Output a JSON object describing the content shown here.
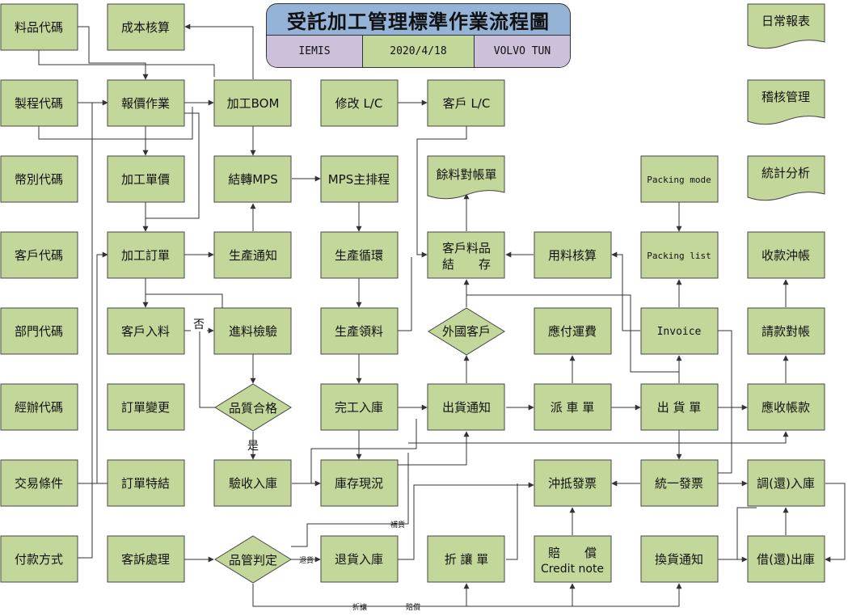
{
  "header": {
    "title": "受託加工管理標準作業流程圖",
    "system": "IEMIS",
    "date": "2020/4/18",
    "author": "VOLVO TUN"
  },
  "boxes": {
    "item_code": "料品代碼",
    "cost_check": "成本核算",
    "process_code": "製程代碼",
    "quote": "報價作業",
    "process_bom": "加工BOM",
    "modify_lc": "修改 L/C",
    "customer_lc": "客戶 L/C",
    "currency_code": "幣別代碼",
    "process_price": "加工單價",
    "transfer_mps": "結轉MPS",
    "mps_schedule": "MPS主排程",
    "packing_mode": "Packing mode",
    "customer_code": "客戶代碼",
    "process_order": "加工訂單",
    "prod_notice": "生產通知",
    "prod_cycle": "生產循環",
    "customer_stock_1": "客戶料品",
    "customer_stock_2": "結　　存",
    "material_calc": "用料核算",
    "packing_list": "Packing list",
    "collection": "收款沖帳",
    "dept_code": "部門代碼",
    "customer_in": "客戶入料",
    "incoming_qc": "進料檢驗",
    "prod_pick": "生產領料",
    "freight": "應付運費",
    "invoice": "Invoice",
    "billing": "請款對帳",
    "handler_code": "經辦代碼",
    "order_change": "訂單變更",
    "finish_in": "完工入庫",
    "ship_notice": "出貨通知",
    "dispatch": "派 車 單",
    "ship_order": "出 貨 單",
    "receivable": "應收帳款",
    "trade_terms": "交易條件",
    "order_close": "訂單特結",
    "accept_in": "驗收入庫",
    "stock_status": "庫存現況",
    "offset_invoice": "沖抵發票",
    "uniform_invoice": "統一發票",
    "adjust_in": "調(還)入庫",
    "payment": "付款方式",
    "complaint": "客訴處理",
    "return_in": "退貨入庫",
    "discount": "折 讓 單",
    "comp_1": "賠　　償",
    "comp_2": "Credit note",
    "exchange": "換貨通知",
    "borrow_out": "借(還)出庫"
  },
  "diamonds": {
    "quality_ok": "品質合格",
    "foreign_customer": "外國客戶",
    "qc_judge": "品管判定"
  },
  "documents": {
    "daily_report": "日常報表",
    "audit_mgmt": "稽核管理",
    "statistics": "統計分析",
    "remnant_statement": "餘料對帳單"
  },
  "labels": {
    "no": "否",
    "yes": "是",
    "replenish": "補貨",
    "return": "退貨",
    "discount": "折讓",
    "compensate": "賠償"
  },
  "colors": {
    "box_fill": "#c4d79b",
    "stroke": "#444444",
    "title_fill": "#95b3d7",
    "header_alt": "#ccc0da"
  }
}
